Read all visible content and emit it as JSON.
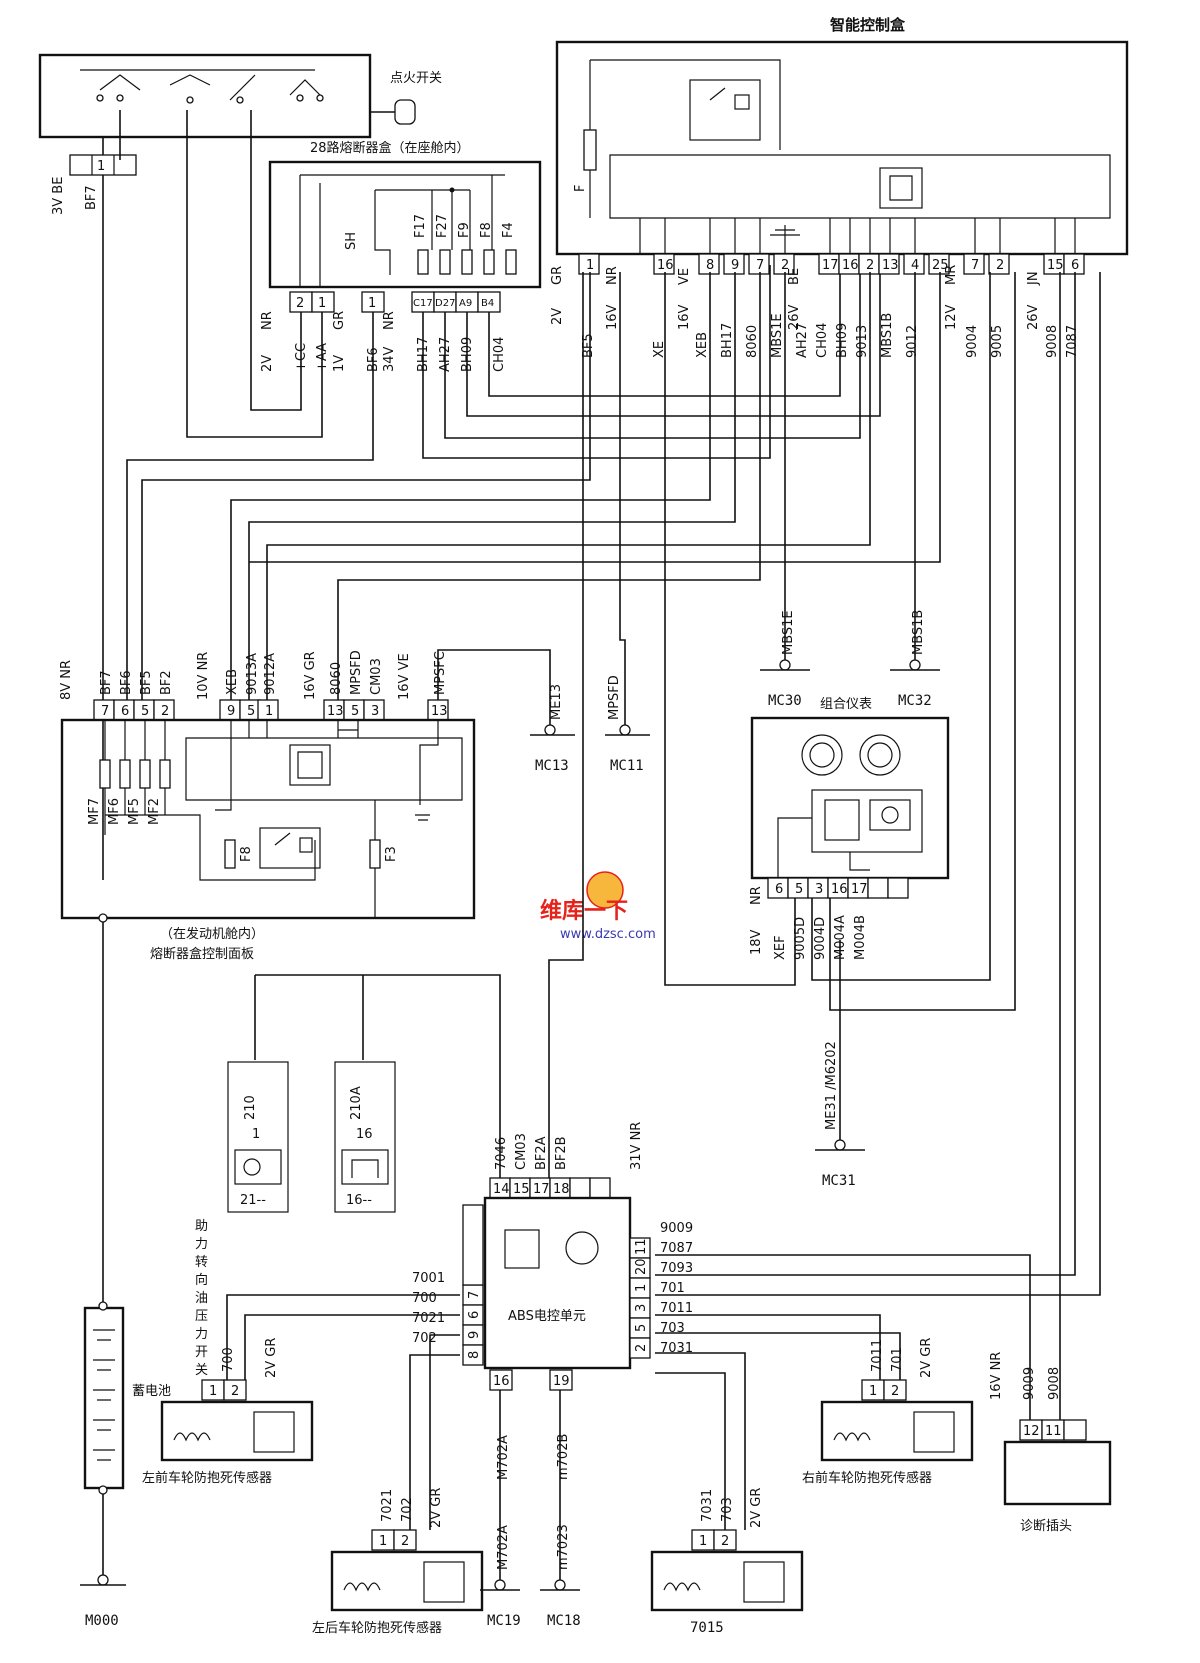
{
  "title": "智能控制盒",
  "components": {
    "ignition_switch": "点火开关",
    "fuse_box_28": "28路熔断器盒（在座舱内）",
    "engine_fuse_panel": [
      "（在发动机舱内）",
      "熔断器盒控制面板"
    ],
    "instrument_cluster": "组合仪表",
    "abs_unit": "ABS电控单元",
    "battery": "蓄电池",
    "power_steering_switch": "助力转向油压力开关",
    "left_front_sensor": "左前车轮防抱死传感器",
    "left_rear_sensor": "左后车轮防抱死传感器",
    "right_front_sensor": "右前车轮防抱死传感器",
    "diag_connector": "诊断插头"
  },
  "ignition_connector": {
    "pin": "1",
    "wire": "BF7",
    "code": "3V BE"
  },
  "fuse_box_28": {
    "fuses": [
      "F17",
      "F27",
      "F9",
      "F8",
      "F4"
    ],
    "sh": "SH",
    "pins": [
      "2",
      "1",
      "1",
      "C17",
      "D27",
      "A9",
      "B4"
    ],
    "colors": [
      "NR",
      "GR",
      "NR"
    ],
    "wires": [
      "+CC",
      "+AA",
      "BF6",
      "BH17",
      "AH27",
      "BH09",
      "CH04"
    ],
    "codes": [
      "2V",
      "1V",
      "34V"
    ]
  },
  "smart_box": {
    "fuse": "F",
    "pins": [
      "1",
      "16",
      "8",
      "9",
      "7",
      "2",
      "17",
      "16",
      "2",
      "13",
      "4",
      "25",
      "7",
      "2",
      "15",
      "6"
    ],
    "colors": [
      "GR",
      "NR",
      "VE",
      "BE",
      "MR",
      "JN"
    ],
    "wires": [
      "BF5",
      "XE",
      "XEB",
      "BH17",
      "8060",
      "MBS1E",
      "AH27",
      "CH04",
      "BH09",
      "9013",
      "MBS1B",
      "9012",
      "9004",
      "9005",
      "9008",
      "7087"
    ],
    "codes": [
      "2V",
      "16V",
      "16V",
      "26V",
      "12V",
      "26V"
    ]
  },
  "engine_fuse_panel": {
    "pins": [
      "7",
      "6",
      "5",
      "2",
      "9",
      "5",
      "1",
      "13",
      "5",
      "3",
      "13"
    ],
    "wires": [
      "BF7",
      "BF6",
      "BF5",
      "BF2",
      "XEB",
      "9013A",
      "9012A",
      "8060",
      "MPSFD",
      "CM03",
      "MPSFC"
    ],
    "codes": [
      "8V NR",
      "10V NR",
      "16V GR",
      "16V VE"
    ],
    "fuses": [
      "MF7",
      "MF6",
      "MF5",
      "MF2",
      "F8",
      "F3"
    ]
  },
  "grounds": {
    "mc13": {
      "wire": "ME13",
      "label": "MC13"
    },
    "mc11": {
      "wire": "MPSFD",
      "label": "MC11"
    },
    "mc30": {
      "wire": "MBS1E",
      "label": "MC30"
    },
    "mc32": {
      "wire": "MBS1B",
      "label": "MC32"
    },
    "mc31": {
      "wire": "ME31 /M6202",
      "label": "MC31"
    },
    "mc19": {
      "wire": "M702A",
      "label": "MC19"
    },
    "mc18": {
      "wire": "m7023",
      "label": "MC18"
    },
    "m000": {
      "label": "M000"
    }
  },
  "instrument_cluster": {
    "pins": [
      "6",
      "5",
      "3",
      "16",
      "17"
    ],
    "color": "NR",
    "code": "18V",
    "wires": [
      "XEF",
      "9005D",
      "9004D",
      "M004A",
      "M004B"
    ]
  },
  "lamp_210": {
    "wire": "210",
    "pin": "1",
    "ref": "21--"
  },
  "lamp_210a": {
    "wire": "210A",
    "pin": "16",
    "ref": "16--"
  },
  "abs": {
    "top_pins": [
      "14",
      "15",
      "17",
      "18"
    ],
    "top_wires": [
      "7046",
      "CM03",
      "BF2A",
      "BF2B"
    ],
    "top_code": "31V NR",
    "right_pins": [
      "11",
      "20",
      "1",
      "3",
      "5",
      "2"
    ],
    "right_wires": [
      "9009",
      "7087",
      "7093",
      "701",
      "7011",
      "703",
      "7031"
    ],
    "left_pins": [
      "7",
      "6",
      "9",
      "8"
    ],
    "left_wires": [
      "7001",
      "700",
      "7021",
      "702"
    ],
    "bottom_pins": [
      "16",
      "19"
    ],
    "bottom_wires": [
      "M702A",
      "m702B"
    ]
  },
  "sensors": {
    "lf": {
      "pins": [
        "1",
        "2"
      ],
      "wires": [
        "700"
      ],
      "code": "2V GR"
    },
    "lr": {
      "pins": [
        "1",
        "2"
      ],
      "wires": [
        "7021",
        "702"
      ],
      "code": "2V GR"
    },
    "rr": {
      "pins": [
        "1",
        "2"
      ],
      "wires": [
        "7031",
        "703"
      ],
      "code": "2V GR",
      "ref": "7015"
    },
    "rf": {
      "pins": [
        "1",
        "2"
      ],
      "wires": [
        "7011",
        "701"
      ],
      "code": "2V GR"
    }
  },
  "diag": {
    "pins": [
      "12",
      "11"
    ],
    "wires": [
      "9009",
      "9008"
    ],
    "code": "16V NR"
  },
  "watermark": {
    "line1": "维库一下",
    "line2": "www.dzsc.com"
  }
}
